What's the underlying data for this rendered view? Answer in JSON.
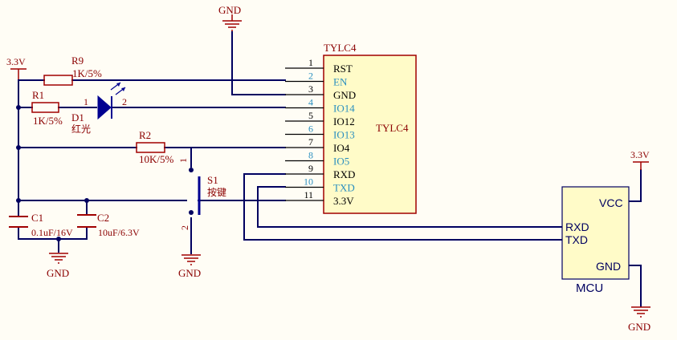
{
  "power": {
    "gnd_top": "GND",
    "v33_left": "3.3V",
    "v33_right": "3.3V",
    "gnd_c1": "GND",
    "gnd_s1": "GND",
    "gnd_mcu": "GND"
  },
  "parts": {
    "r9_ref": "R9",
    "r9_val": "1K/5%",
    "r1_ref": "R1",
    "r1_val": "1K/5%",
    "d1_ref": "D1",
    "d1_val": "红光",
    "d1_pin1": "1",
    "d1_pin2": "2",
    "r2_ref": "R2",
    "r2_val": "10K/5%",
    "s1_ref": "S1",
    "s1_val": "按键",
    "s1_pin1": "1",
    "s1_pin2": "2",
    "c1_ref": "C1",
    "c1_val": "0.1uF/16V",
    "c2_ref": "C2",
    "c2_val": "10uF/6.3V"
  },
  "chip": {
    "title": "TYLC4",
    "label": "TYLC4",
    "pins": [
      {
        "num": "1",
        "name": "RST"
      },
      {
        "num": "2",
        "name": "EN"
      },
      {
        "num": "3",
        "name": "GND"
      },
      {
        "num": "4",
        "name": "IO14"
      },
      {
        "num": "5",
        "name": "IO12"
      },
      {
        "num": "6",
        "name": "IO13"
      },
      {
        "num": "7",
        "name": "IO4"
      },
      {
        "num": "8",
        "name": "IO5"
      },
      {
        "num": "9",
        "name": "RXD"
      },
      {
        "num": "10",
        "name": "TXD"
      },
      {
        "num": "11",
        "name": "3.3V"
      }
    ]
  },
  "mcu": {
    "name": "MCU",
    "vcc": "VCC",
    "rxd": "RXD",
    "txd": "TXD",
    "gnd": "GND"
  },
  "colors": {
    "wire": "#000060",
    "component": "#a00000",
    "chip_fill": "#fffbc8",
    "pin_blue": "#2a8fbf",
    "background": "#fffdf5"
  }
}
